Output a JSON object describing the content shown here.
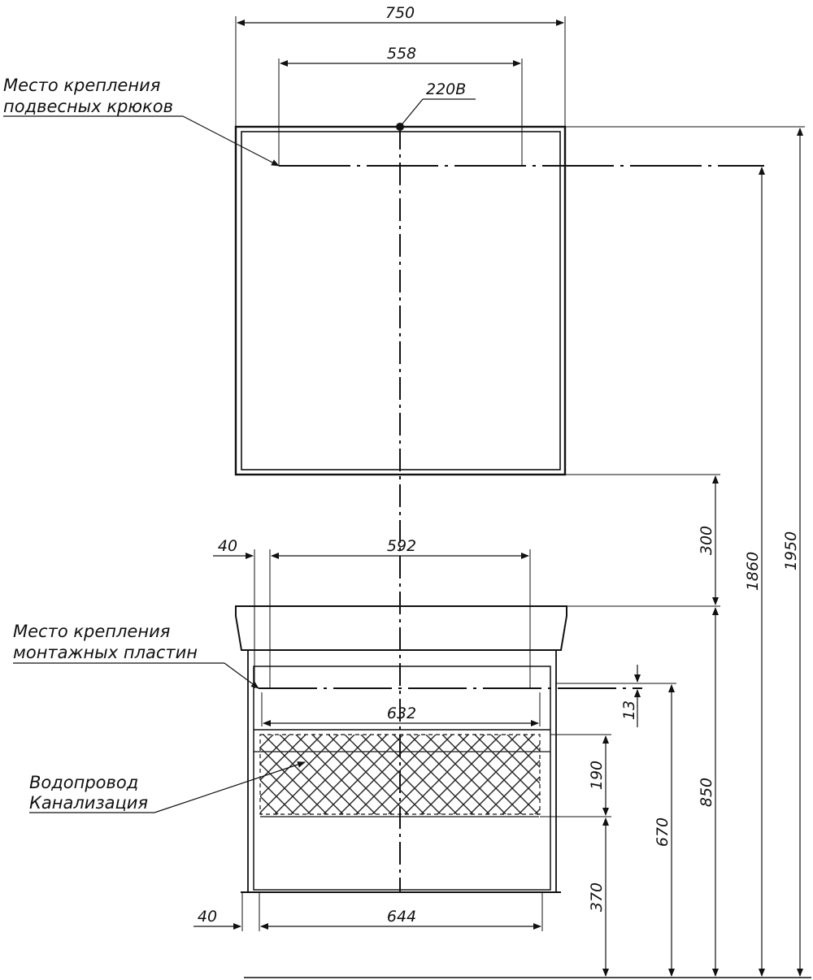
{
  "dimensions": {
    "mirror_width": "750",
    "hook_spacing": "558",
    "outlet_label": "220В",
    "basin_offset_top": "40",
    "basin_plate_span": "592",
    "cabinet_inner_width": "632",
    "cabinet_offset_bottom": "40",
    "cabinet_width": "644",
    "plate_height": "13",
    "pipe_zone_height": "190",
    "pipe_zone_to_floor": "370",
    "plate_to_floor": "670",
    "basin_top_to_floor": "850",
    "mirror_gap": "300",
    "hooks_to_floor": "1860",
    "total_height": "1950"
  },
  "notes": {
    "hooks_line1": "Место крепления",
    "hooks_line2": "подвесных крюков",
    "plates_line1": "Место крепления",
    "plates_line2": "монтажных пластин",
    "pipes_line1": "Водопровод",
    "pipes_line2": "Канализация"
  }
}
